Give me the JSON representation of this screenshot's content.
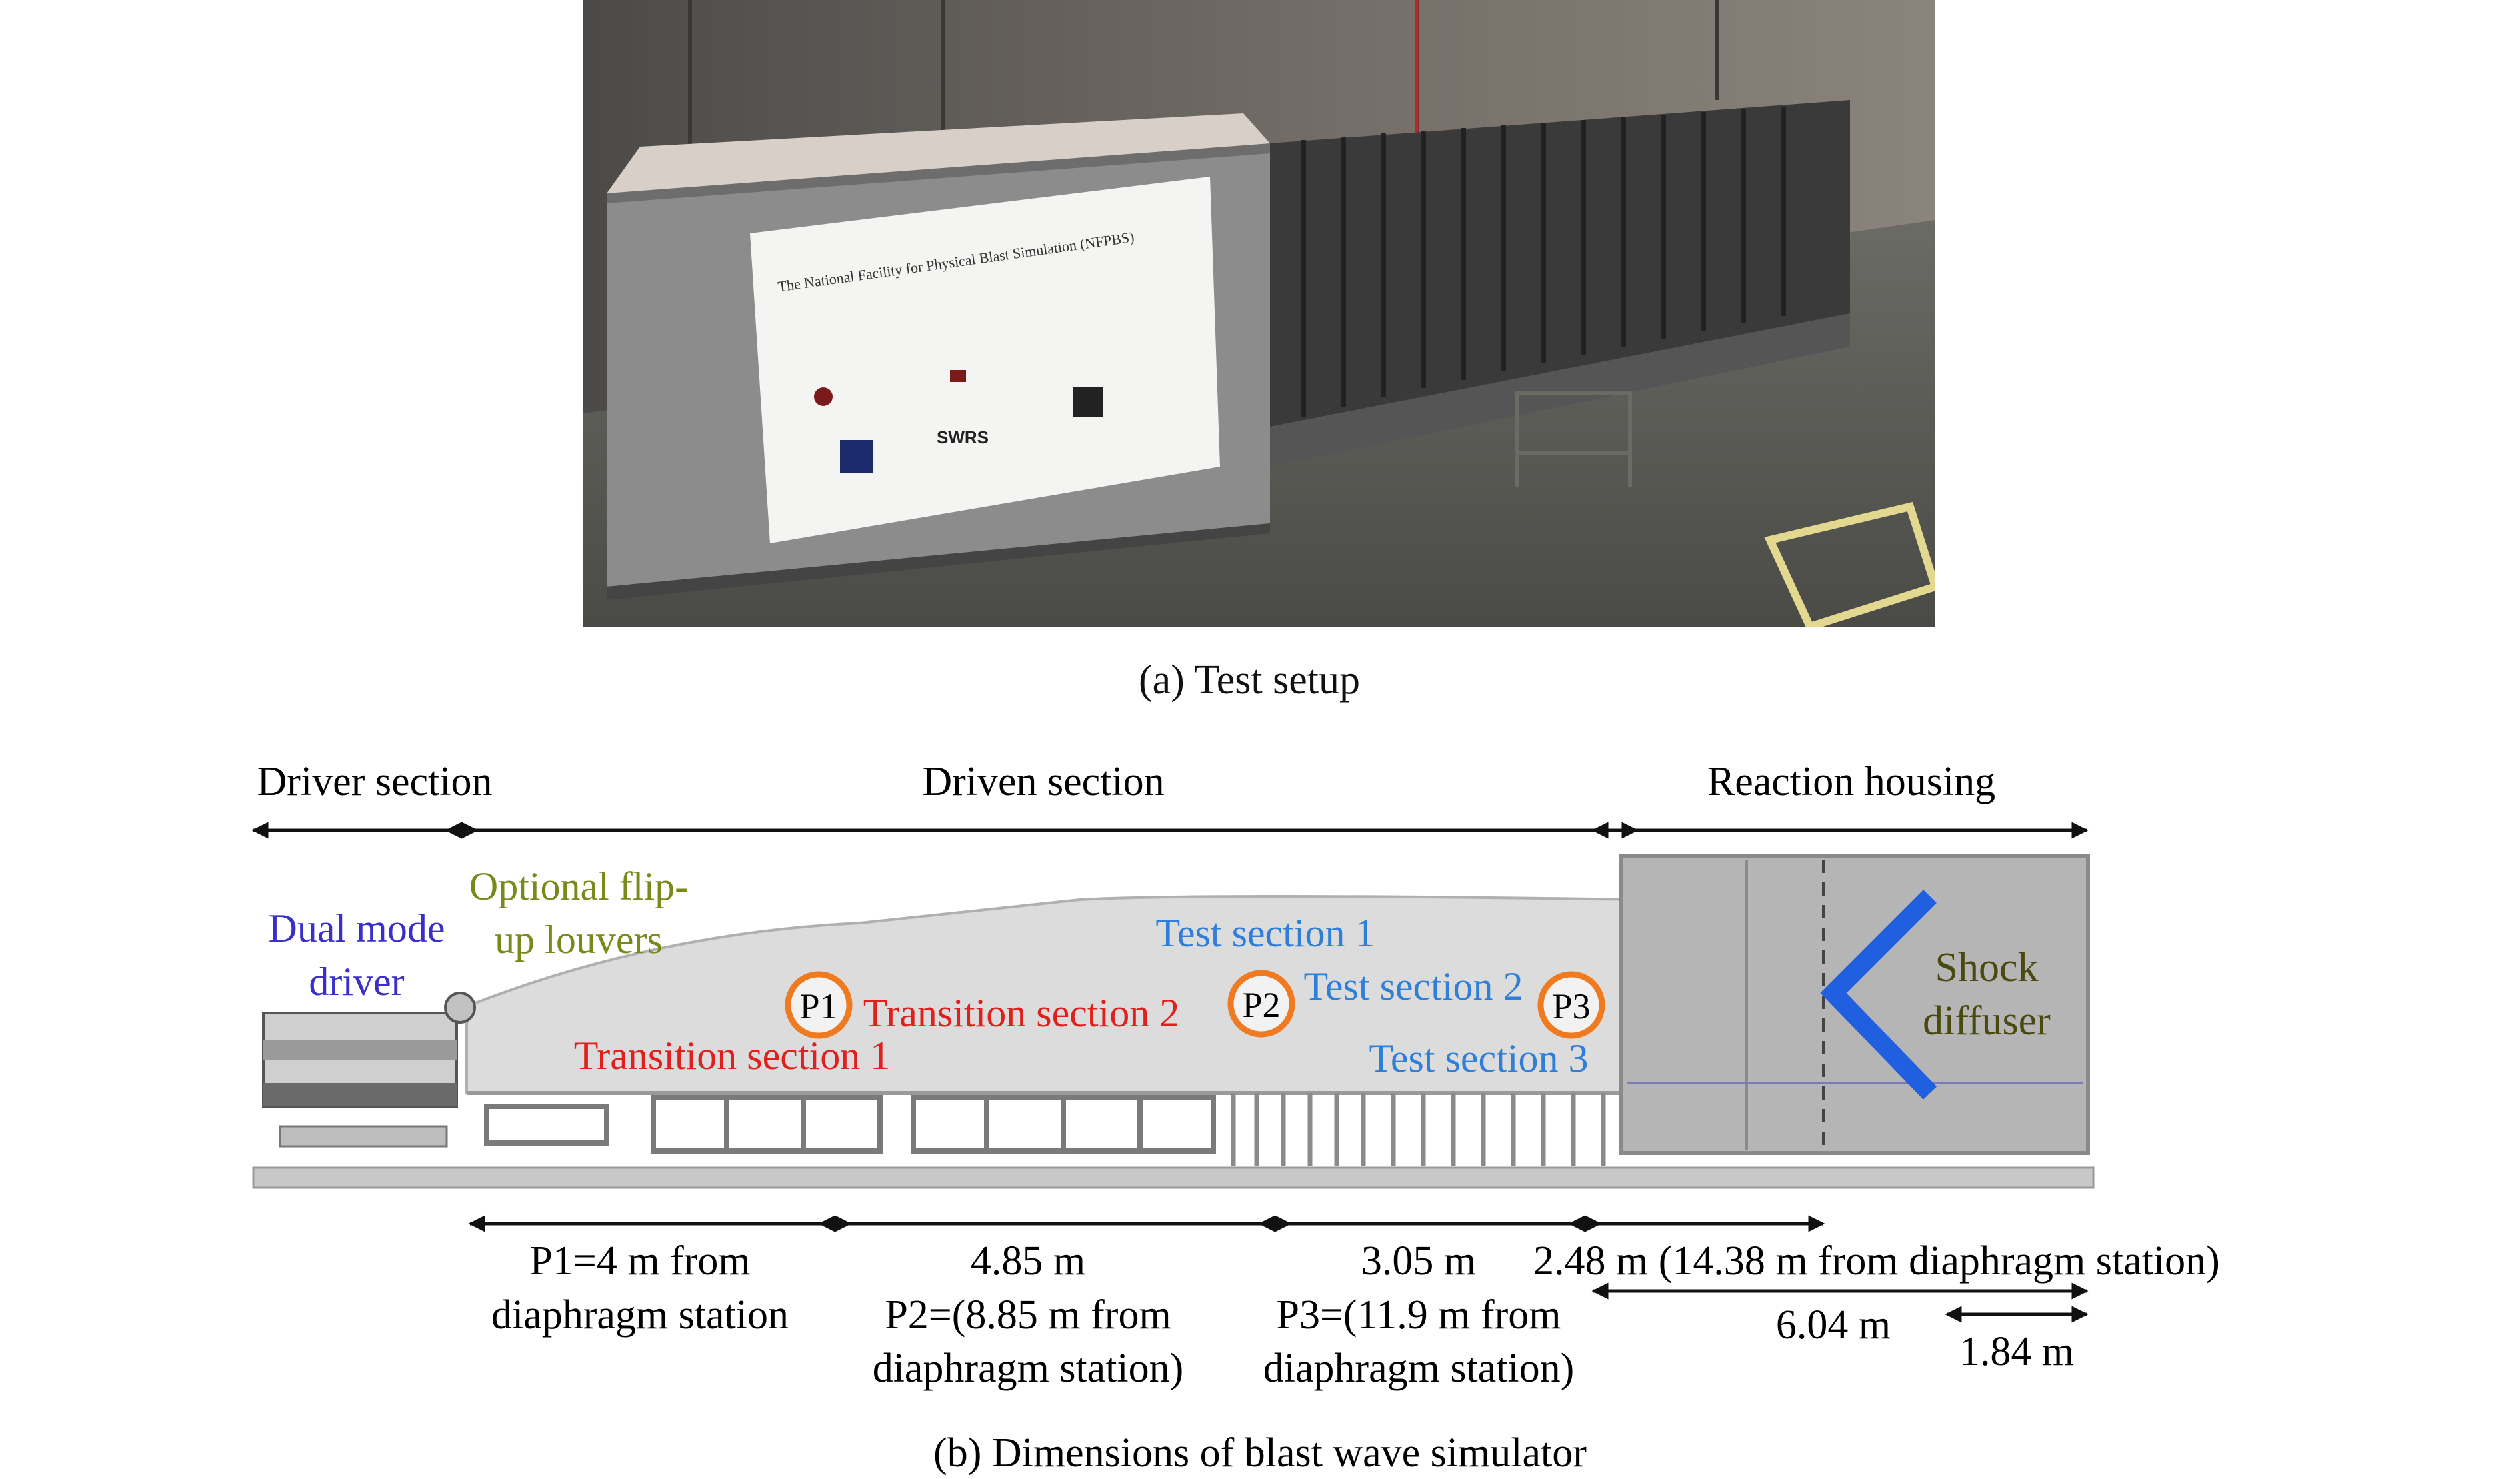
{
  "figure": {
    "caption_a": "(a) Test setup",
    "caption_b": "(b) Dimensions of blast wave simulator"
  },
  "photo": {
    "sign_title": "The National Facility for Physical Blast Simulation (NFPBS)",
    "sign_logo_text": "SWRS"
  },
  "sections": {
    "driver": "Driver section",
    "driven": "Driven section",
    "reaction": "Reaction housing"
  },
  "labels": {
    "dual_mode_1": "Dual mode",
    "dual_mode_2": "driver",
    "louvers_1": "Optional flip-",
    "louvers_2": "up louvers",
    "transition_1": "Transition section 1",
    "transition_2": "Transition section 2",
    "test_1": "Test section 1",
    "test_2": "Test section 2",
    "test_3": "Test section 3",
    "shock_1": "Shock",
    "shock_2": "diffuser"
  },
  "probes": {
    "p1": "P1",
    "p2": "P2",
    "p3": "P3"
  },
  "dimensions": {
    "d1_line1": "P1=4 m from",
    "d1_line2": "diaphragm station",
    "d2_line1": "4.85 m",
    "d2_line2": "P2=(8.85 m from",
    "d2_line3": "diaphragm station)",
    "d3_line1": "3.05 m",
    "d3_line2": "P3=(11.9 m from",
    "d3_line3": "diaphragm station)",
    "d4_line1": "2.48 m (14.38 m from diaphragm station)",
    "d5": "6.04 m",
    "d6": "1.84 m"
  },
  "colors": {
    "driver_label": "#3a2fc8",
    "louver_label": "#7a8a1a",
    "transition_label": "#e0201c",
    "test_label": "#2f7fd8",
    "shock_label": "#4a4a10",
    "probe_ring": "#f07a20",
    "diffuser": "#1f5fe0"
  }
}
